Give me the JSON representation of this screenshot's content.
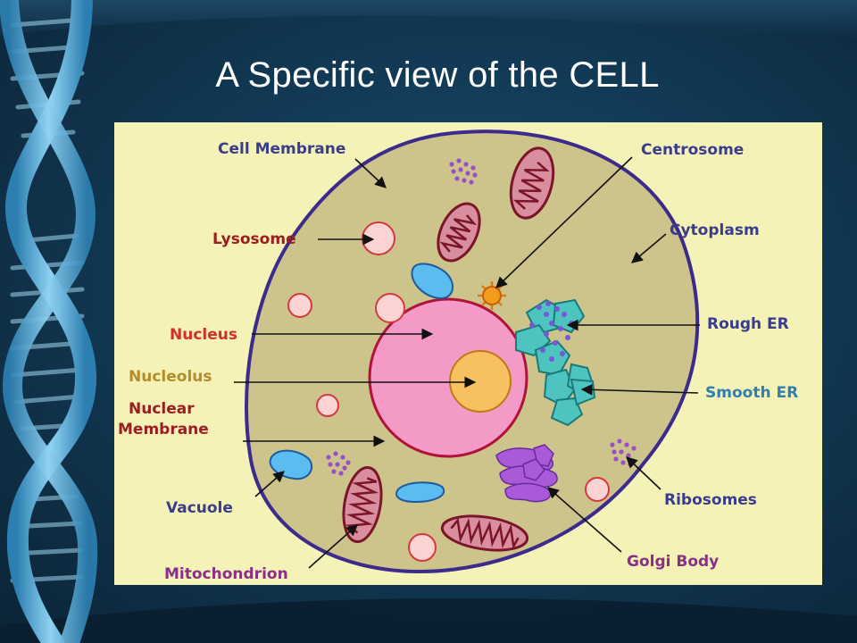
{
  "slide": {
    "title": "A Specific view of the CELL"
  },
  "colors": {
    "background": "#0f3550",
    "panel": "#f5f2b8",
    "cytoplasm": "#cdc48c",
    "membrane": "#3d2b8c",
    "nucleus": "#f39ac6",
    "nucleolus": "#f7c060",
    "mitochondrion": "#d98ea0",
    "vacuole": "#5bbcf0",
    "lysosome": "#fbd3d3",
    "er": "#4ec4c0",
    "golgi": "#a85ad8",
    "ribosome": "#9a4fc8",
    "centrosome": "#f29b1d",
    "label_navy": "#3a3d8c",
    "label_red": "#d03028",
    "label_gold": "#b48c2a",
    "label_darkred": "#9a2020",
    "label_blue": "#2f7fb0",
    "label_purple": "#8a2f86"
  },
  "labels": {
    "cell_membrane": "Cell Membrane",
    "lysosome": "Lysosome",
    "nucleus": "Nucleus",
    "nucleolus": "Nucleolus",
    "nuclear_membrane_1": "Nuclear",
    "nuclear_membrane_2": "Membrane",
    "vacuole": "Vacuole",
    "mitochondrion": "Mitochondrion",
    "centrosome": "Centrosome",
    "cytoplasm": "Cytoplasm",
    "rough_er": "Rough ER",
    "smooth_er": "Smooth ER",
    "ribosomes": "Ribosomes",
    "golgi_body": "Golgi Body"
  }
}
